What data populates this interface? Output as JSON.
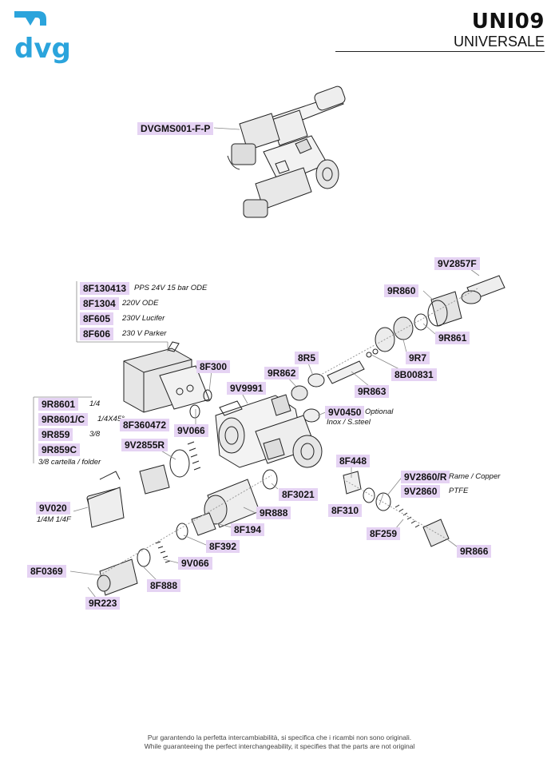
{
  "header": {
    "model": "UNI09",
    "subtitle": "UNIVERSALE",
    "logo_text": "dvg",
    "brand_color": "#2ba4dc"
  },
  "labels": {
    "assembly": "DVGMS001-F-P",
    "v2857f": "9V2857F",
    "r860": "9R860",
    "r861": "9R861",
    "r7": "9R7",
    "b00831": "8B00831",
    "r5": "8R5",
    "r862": "9R862",
    "r863": "9R863",
    "f300": "8F300",
    "v9991": "9V9991",
    "v0450": "9V0450",
    "f360472": "8F360472",
    "v066a": "9V066",
    "v2855r": "9V2855R",
    "f448": "8F448",
    "v2860r": "9V2860/R",
    "v2860": "9V2860",
    "f310": "8F310",
    "f259": "8F259",
    "r866": "9R866",
    "v020": "9V020",
    "f3021": "8F3021",
    "r888": "9R888",
    "f194": "8F194",
    "f392": "8F392",
    "v066b": "9V066",
    "f888": "8F888",
    "f0369": "8F0369",
    "r223": "9R223"
  },
  "coils": [
    {
      "code": "8F130413",
      "desc": "PPS 24V 15 bar ODE"
    },
    {
      "code": "8F1304",
      "desc": "220V ODE"
    },
    {
      "code": "8F605",
      "desc": "230V Lucifer"
    },
    {
      "code": "8F606",
      "desc": "230 V Parker"
    }
  ],
  "fittings": [
    {
      "code": "9R8601",
      "desc": "1/4"
    },
    {
      "code": "9R8601/C",
      "desc": "1/4X45°"
    },
    {
      "code": "9R859",
      "desc": "3/8"
    },
    {
      "code": "9R859C",
      "desc": "3/8 cartella / folder"
    }
  ],
  "notes": {
    "v0450_1": "Optional",
    "v0450_2": "Inox / S.steel",
    "v2860r": "Rame / Copper",
    "v2860": "PTFE",
    "v020": "1/4M 1/4F"
  },
  "footer": {
    "line1": "Pur garantendo la perfetta intercambiabilità, si specifica che i ricambi non sono originali.",
    "line2": "While guaranteeing the perfect interchangeability, it specifies that the parts are not original"
  }
}
